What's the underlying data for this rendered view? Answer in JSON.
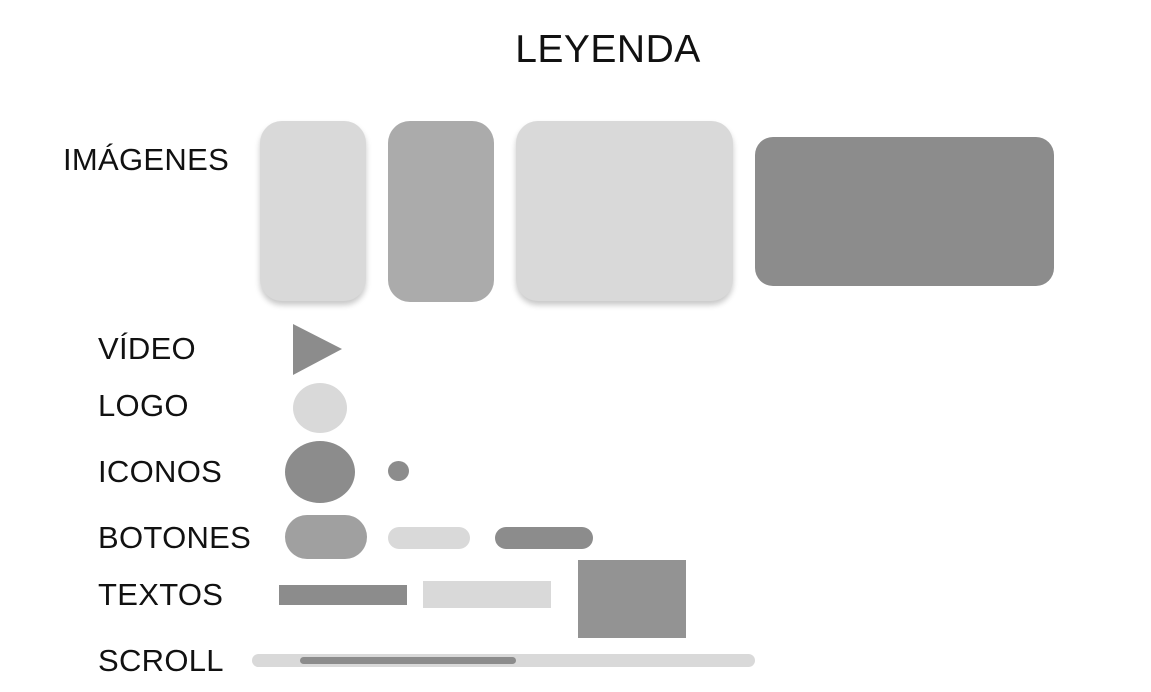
{
  "title": "LEYENDA",
  "legend": {
    "images": "IMÁGENES",
    "video": "VÍDEO",
    "logo": "LOGO",
    "icons": "ICONOS",
    "buttons": "BOTONES",
    "texts": "TEXTOS",
    "scroll": "SCROLL"
  },
  "colors": {
    "light": "#d9d9d9",
    "medium": "#ababab",
    "medium_dark": "#a0a0a0",
    "dark": "#8c8c8c",
    "darker": "#939393",
    "scroll_track": "#d9d9d9",
    "scroll_thumb": "#8c8c8c"
  },
  "icons": {
    "video": "play-icon"
  },
  "scroll": {
    "thumb_fraction": 0.43
  }
}
